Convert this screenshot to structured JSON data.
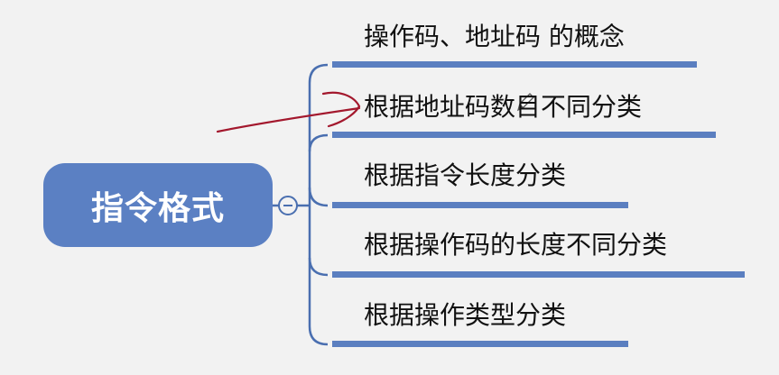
{
  "mindmap": {
    "root": {
      "label": "指令格式"
    },
    "branches": [
      {
        "label": "操作码、地址码 的概念"
      },
      {
        "label": "根据地址码数目不同分类"
      },
      {
        "label": "根据指令长度分类"
      },
      {
        "label": "根据操作码的长度不同分类"
      },
      {
        "label": "根据操作类型分类"
      }
    ],
    "toggle": {
      "icon": "minus-icon"
    }
  },
  "colors": {
    "background": "#f2f2f2",
    "root_fill": "#5b80c3",
    "branch_line": "#5b7fc0",
    "connector": "#4a6fb0",
    "annotation_arrow": "#a3182d"
  }
}
